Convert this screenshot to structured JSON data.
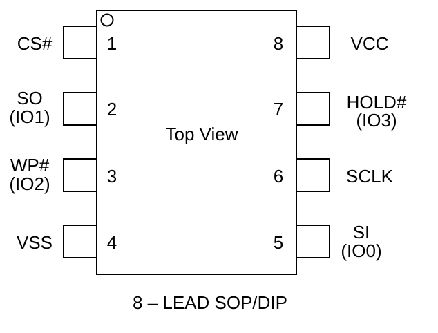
{
  "view_label": "Top View",
  "package_label": "8 – LEAD SOP/DIP",
  "pin1_marker_icon": "circle-outline",
  "colors": {
    "outline": "#000000",
    "background": "#ffffff"
  },
  "left_pins": [
    {
      "number": "1",
      "name": "CS#",
      "alt": ""
    },
    {
      "number": "2",
      "name": "SO",
      "alt": "(IO1)"
    },
    {
      "number": "3",
      "name": "WP#",
      "alt": "(IO2)"
    },
    {
      "number": "4",
      "name": "VSS",
      "alt": ""
    }
  ],
  "right_pins": [
    {
      "number": "8",
      "name": "VCC",
      "alt": ""
    },
    {
      "number": "7",
      "name": "HOLD#",
      "alt": "(IO3)"
    },
    {
      "number": "6",
      "name": "SCLK",
      "alt": ""
    },
    {
      "number": "5",
      "name": "SI",
      "alt": "(IO0)"
    }
  ]
}
